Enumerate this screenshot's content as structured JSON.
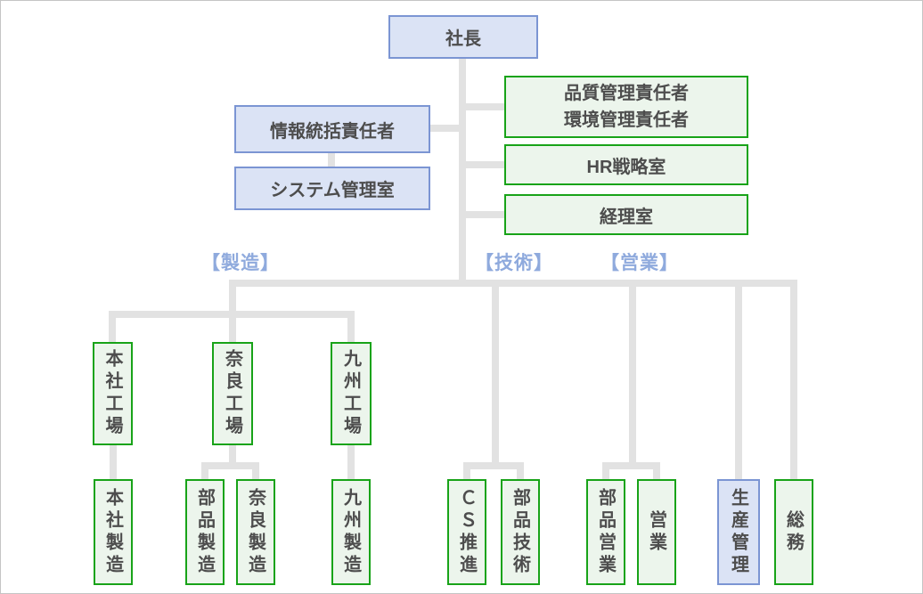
{
  "colors": {
    "blue_fill": "#dbe3f5",
    "blue_border": "#7b95d3",
    "green_fill": "#ecf5ec",
    "green_border": "#18a318",
    "connector": "#e2e2e2",
    "text": "#4d4d4d",
    "group_label": "#8faadd"
  },
  "executive": {
    "president": "社長"
  },
  "staff_left": [
    {
      "label": "情報統括責任者"
    },
    {
      "label": "システム管理室"
    }
  ],
  "staff_right": [
    {
      "label": "品質管理責任者\n環境管理責任者"
    },
    {
      "label": "HR戦略室"
    },
    {
      "label": "経理室"
    }
  ],
  "group_labels": [
    {
      "label": "【製造】"
    },
    {
      "label": "【技術】"
    },
    {
      "label": "【営業】"
    }
  ],
  "factories": [
    {
      "label": "本社工場"
    },
    {
      "label": "奈良工場"
    },
    {
      "label": "九州工場"
    }
  ],
  "departments": [
    {
      "label": "本社製造"
    },
    {
      "label": "部品製造"
    },
    {
      "label": "奈良製造"
    },
    {
      "label": "九州製造"
    },
    {
      "label": "ＣＳ推進"
    },
    {
      "label": "部品技術"
    },
    {
      "label": "部品営業"
    },
    {
      "label": "営業"
    },
    {
      "label": "生産管理"
    },
    {
      "label": "総務"
    }
  ]
}
